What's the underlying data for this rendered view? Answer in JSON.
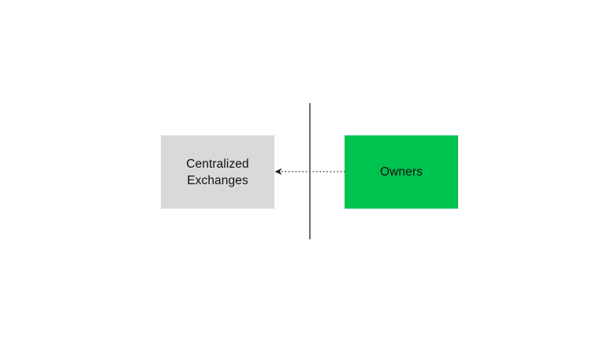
{
  "diagram": {
    "nodes": [
      {
        "label": "Centralized Exchanges",
        "fill": "#d9d9d9",
        "text_color": "#111111"
      },
      {
        "label": "Owners",
        "fill": "#00c24f",
        "text_color": "#111111"
      }
    ],
    "connector": {
      "style": "dotted",
      "direction": "owners-to-centralized-exchanges",
      "line_color": "#4a4a4a",
      "arrowhead_color": "#1a1a1a"
    },
    "divider": {
      "color": "#6e6e6e"
    },
    "background": "#ffffff"
  }
}
